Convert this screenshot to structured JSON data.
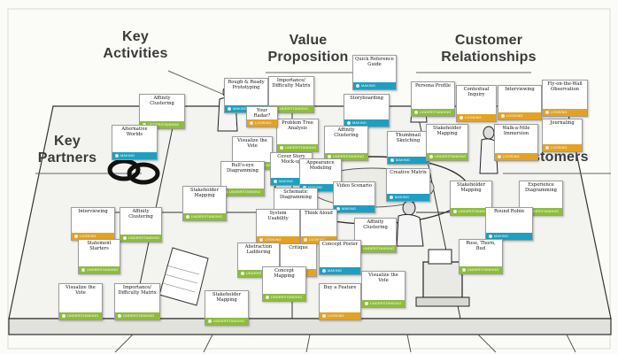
{
  "headers": {
    "key_activities": "Key\nActivities",
    "value_proposition": "Value\nProposition",
    "customer_relationships": "Customer\nRelationships",
    "key_partners": "Key\nPartners",
    "customers": "Customers"
  },
  "tags": {
    "green": "UNDERSTANDING",
    "blue": "MAKING",
    "orange": "LOOKING"
  },
  "colors": {
    "understanding": "#8dbd3b",
    "making": "#1d9fc1",
    "looking": "#e4a223"
  },
  "cards": [
    {
      "title": "Affinity Clustering",
      "category": "green"
    },
    {
      "title": "Rough & Ready Prototyping",
      "category": "blue"
    },
    {
      "title": "Importance/ Difficulty Matrix",
      "category": "green"
    },
    {
      "title": "Quick Reference Guide",
      "category": "blue"
    },
    {
      "title": "Persona Profile",
      "category": "green"
    },
    {
      "title": "Contextual Inquiry",
      "category": "orange"
    },
    {
      "title": "Interviewing",
      "category": "orange"
    },
    {
      "title": "Fly-on-the-Wall Observation",
      "category": "orange"
    },
    {
      "title": "Alternative Worlds",
      "category": "blue"
    },
    {
      "title": "Storyboarding",
      "category": "blue"
    },
    {
      "title": "Problem Tree Analysis",
      "category": "green"
    },
    {
      "title": "Affinity Clustering",
      "category": "green"
    },
    {
      "title": "Visualize the Vote",
      "category": "green"
    },
    {
      "title": "Thumbnail Sketching",
      "category": "blue"
    },
    {
      "title": "Stakeholder Mapping",
      "category": "green"
    },
    {
      "title": "Walk-a-Mile Immersion",
      "category": "orange"
    },
    {
      "title": "Journaling",
      "category": "orange"
    },
    {
      "title": "Cover Story Mock-up",
      "category": "blue"
    },
    {
      "title": "Appearance Modeling",
      "category": "blue"
    },
    {
      "title": "Bull's-eye Diagramming",
      "category": "green"
    },
    {
      "title": "Schematic Diagramming",
      "category": "blue"
    },
    {
      "title": "Creative Matrix",
      "category": "blue"
    },
    {
      "title": "Stakeholder Mapping",
      "category": "green"
    },
    {
      "title": "Video Scenario",
      "category": "blue"
    },
    {
      "title": "Stakeholder Mapping",
      "category": "green"
    },
    {
      "title": "Experience Diagramming",
      "category": "green"
    },
    {
      "title": "Interviewing",
      "category": "orange"
    },
    {
      "title": "Affinity Clustering",
      "category": "green"
    },
    {
      "title": "System Usability",
      "category": "orange"
    },
    {
      "title": "Think Aloud",
      "category": "orange"
    },
    {
      "title": "Affinity Clustering",
      "category": "green"
    },
    {
      "title": "Round Robin",
      "category": "blue"
    },
    {
      "title": "Statement Starters",
      "category": "green"
    },
    {
      "title": "Abstraction Laddering",
      "category": "green"
    },
    {
      "title": "Critique",
      "category": "orange"
    },
    {
      "title": "Concept Poster",
      "category": "blue"
    },
    {
      "title": "Rose, Thorn, Bud",
      "category": "green"
    },
    {
      "title": "Concept Mapping",
      "category": "green"
    },
    {
      "title": "Visualize the Vote",
      "category": "green"
    },
    {
      "title": "Importance/ Difficulty Matrix",
      "category": "green"
    },
    {
      "title": "Stakeholder Mapping",
      "category": "green"
    },
    {
      "title": "Buy a Feature",
      "category": "orange"
    },
    {
      "title": "Visualize the Vote",
      "category": "green"
    },
    {
      "title": "Your Radar?",
      "category": "orange"
    }
  ]
}
